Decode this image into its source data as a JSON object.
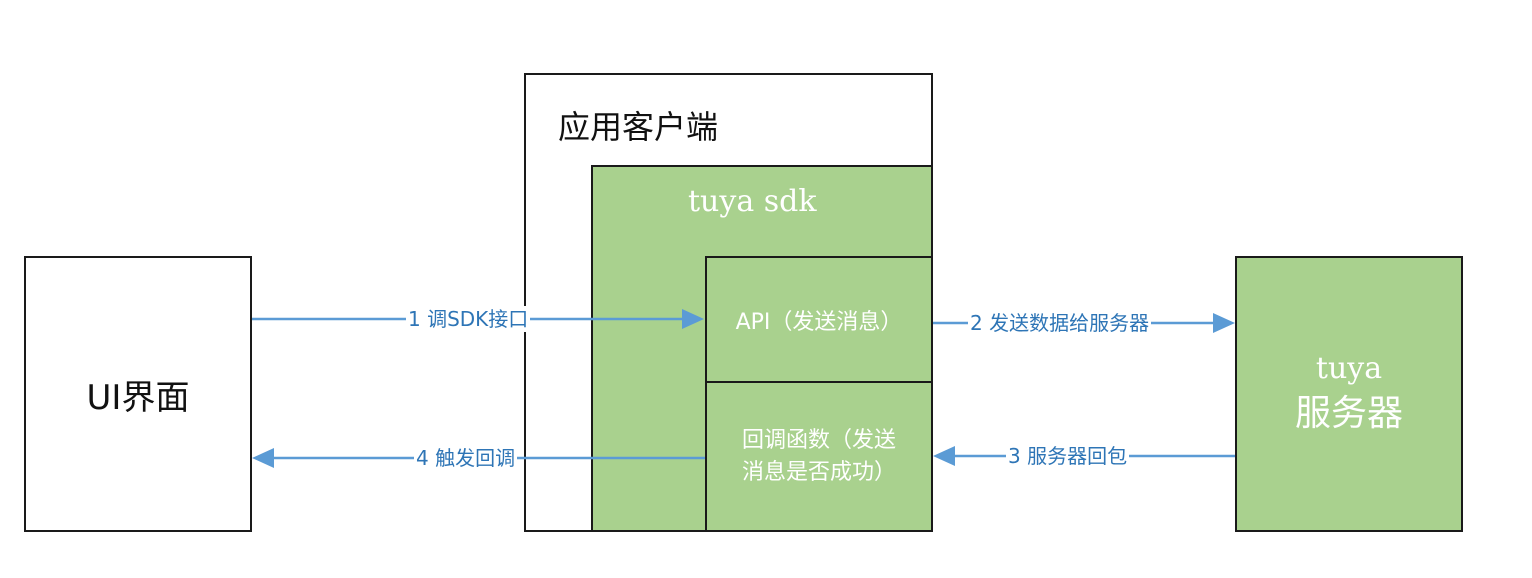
{
  "ui_box": {
    "label": "UI界面"
  },
  "app_client": {
    "label": "应用客户端"
  },
  "sdk": {
    "label": "tuya sdk"
  },
  "api_box": {
    "label": "API（发送消息）"
  },
  "callback_box": {
    "line1": "回调函数（发送",
    "line2": "消息是否成功）"
  },
  "server": {
    "line1": "tuya",
    "line2": "服务器"
  },
  "arrows": {
    "a1": "1 调SDK接口",
    "a2": "2 发送数据给服务器",
    "a3": "3 服务器回包",
    "a4": "4 触发回调"
  },
  "colors": {
    "green": "#a9d18e",
    "arrow": "#5b9bd5",
    "arrow_text": "#2e75b6"
  }
}
